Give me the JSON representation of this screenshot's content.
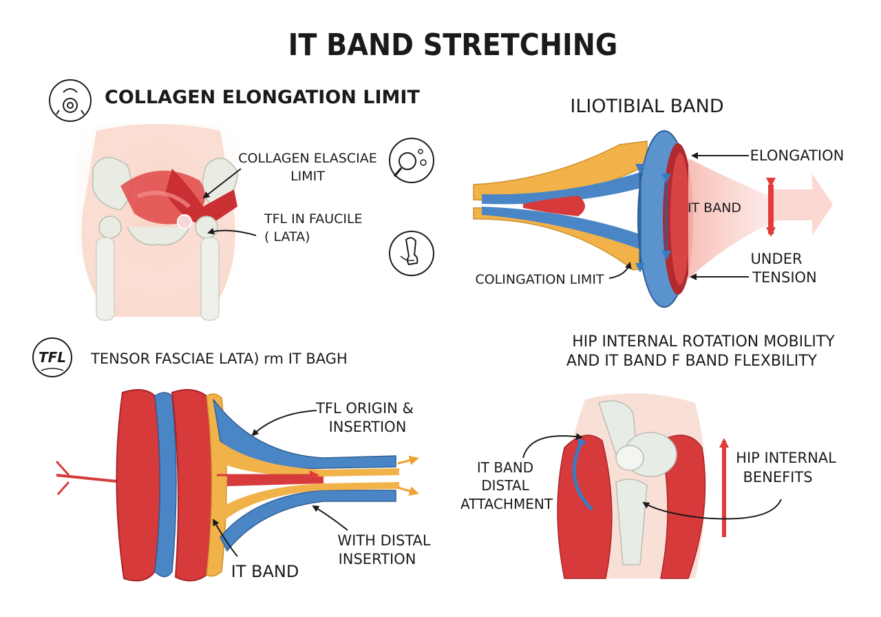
{
  "title": "IT BAND STRETCHING",
  "colors": {
    "muscle": "#d63a3a",
    "muscle_dark": "#a8242a",
    "tendon_blue": "#4a86c6",
    "tendon_yellow": "#f2b24a",
    "skin": "#f6c9b8",
    "bone": "#e8ece6",
    "arrow_red": "#e23b3b",
    "arrow_orange": "#f0a030"
  },
  "panels": {
    "top_left": {
      "heading": "COLLAGEN ELONGATION LIMIT",
      "icon": "pelvis-gear-icon",
      "labels": [
        "COLLAGEN ELASCIAE",
        "LIMIT",
        "TFL IN FAUCILE",
        "( LATA)"
      ]
    },
    "middle_icons": [
      "magnifier-collagen-icon",
      "femur-bone-icon"
    ],
    "top_right": {
      "heading": "ILIOTIBIAL BAND",
      "labels": {
        "elongation": "ELONGATION",
        "it_band": "IT BAND",
        "under": "UNDER",
        "tension": "TENSION",
        "colingation": "COLINGATION LIMIT"
      }
    },
    "bottom_left": {
      "heading": "TENSOR FASCIAE LATA) rm IT BAGH",
      "badge": "TFL",
      "labels": {
        "origin_1": "TFL ORIGIN &",
        "origin_2": "INSERTION",
        "distal_1": "WITH DISTAL",
        "distal_2": "INSERTION",
        "it_band": "IT BAND"
      }
    },
    "bottom_right": {
      "heading_1": "HIP INTERNAL ROTATION MOBILITY",
      "heading_2": "AND IT BAND F BAND FLEXBILITY",
      "labels": {
        "att_1": "IT BAND",
        "att_2": "DISTAL",
        "att_3": "ATTACHMENT",
        "hip_1": "HIP INTERNAL",
        "hip_2": "BENEFITS"
      }
    }
  }
}
